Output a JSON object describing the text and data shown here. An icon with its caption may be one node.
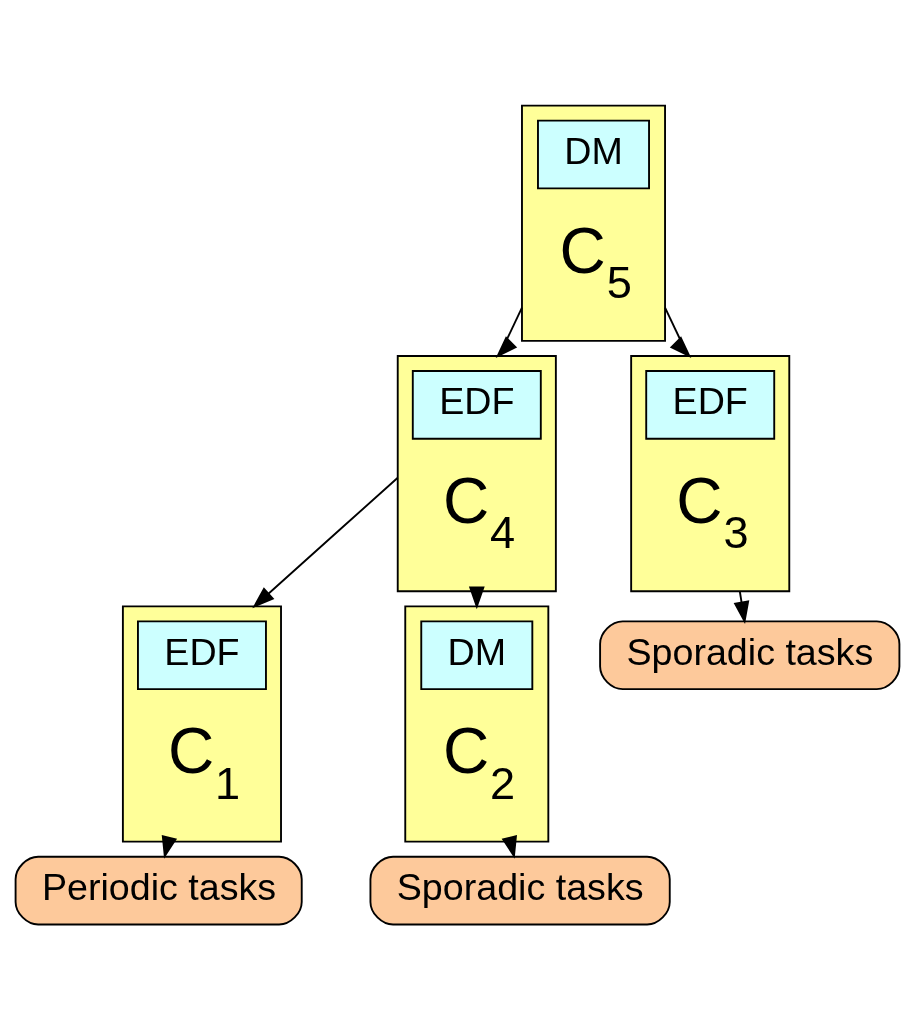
{
  "diagram": {
    "nodes": [
      {
        "text": [
          "C$_{5}$"
        ]
      },
      {
        "text": [
          "DM"
        ],
        "in": 0
      },
      {
        "text": [
          "C$_{4}$"
        ]
      },
      {
        "text": [
          "EDF"
        ],
        "in": 2
      },
      {
        "text": [
          "C$_{3}$"
        ]
      },
      {
        "text": [
          "EDF"
        ],
        "in": 4
      },
      {
        "text": [
          "Sporadic tasks"
        ]
      },
      {
        "text": [
          "C$_{1}$"
        ]
      },
      {
        "text": [
          "EDF"
        ],
        "in": 7
      },
      {
        "text": [
          "C$_{2}$"
        ]
      },
      {
        "text": [
          "DM"
        ],
        "in": 9
      },
      {
        "text": [
          "Periodic tasks"
        ]
      },
      {
        "text": [
          "Sporadic tasks"
        ]
      }
    ],
    "edges": [
      {
        "from": 0,
        "to": 2,
        "arrow": "to"
      },
      {
        "from": 0,
        "to": 4,
        "arrow": "to"
      },
      {
        "from": 4,
        "to": 6,
        "arrow": "to"
      },
      {
        "from": 2,
        "to": 7,
        "arrow": "to"
      },
      {
        "from": 2,
        "to": 9,
        "arrow": "to"
      },
      {
        "from": 7,
        "to": 11,
        "arrow": "to"
      },
      {
        "from": 9,
        "to": 12,
        "arrow": "to"
      }
    ]
  }
}
